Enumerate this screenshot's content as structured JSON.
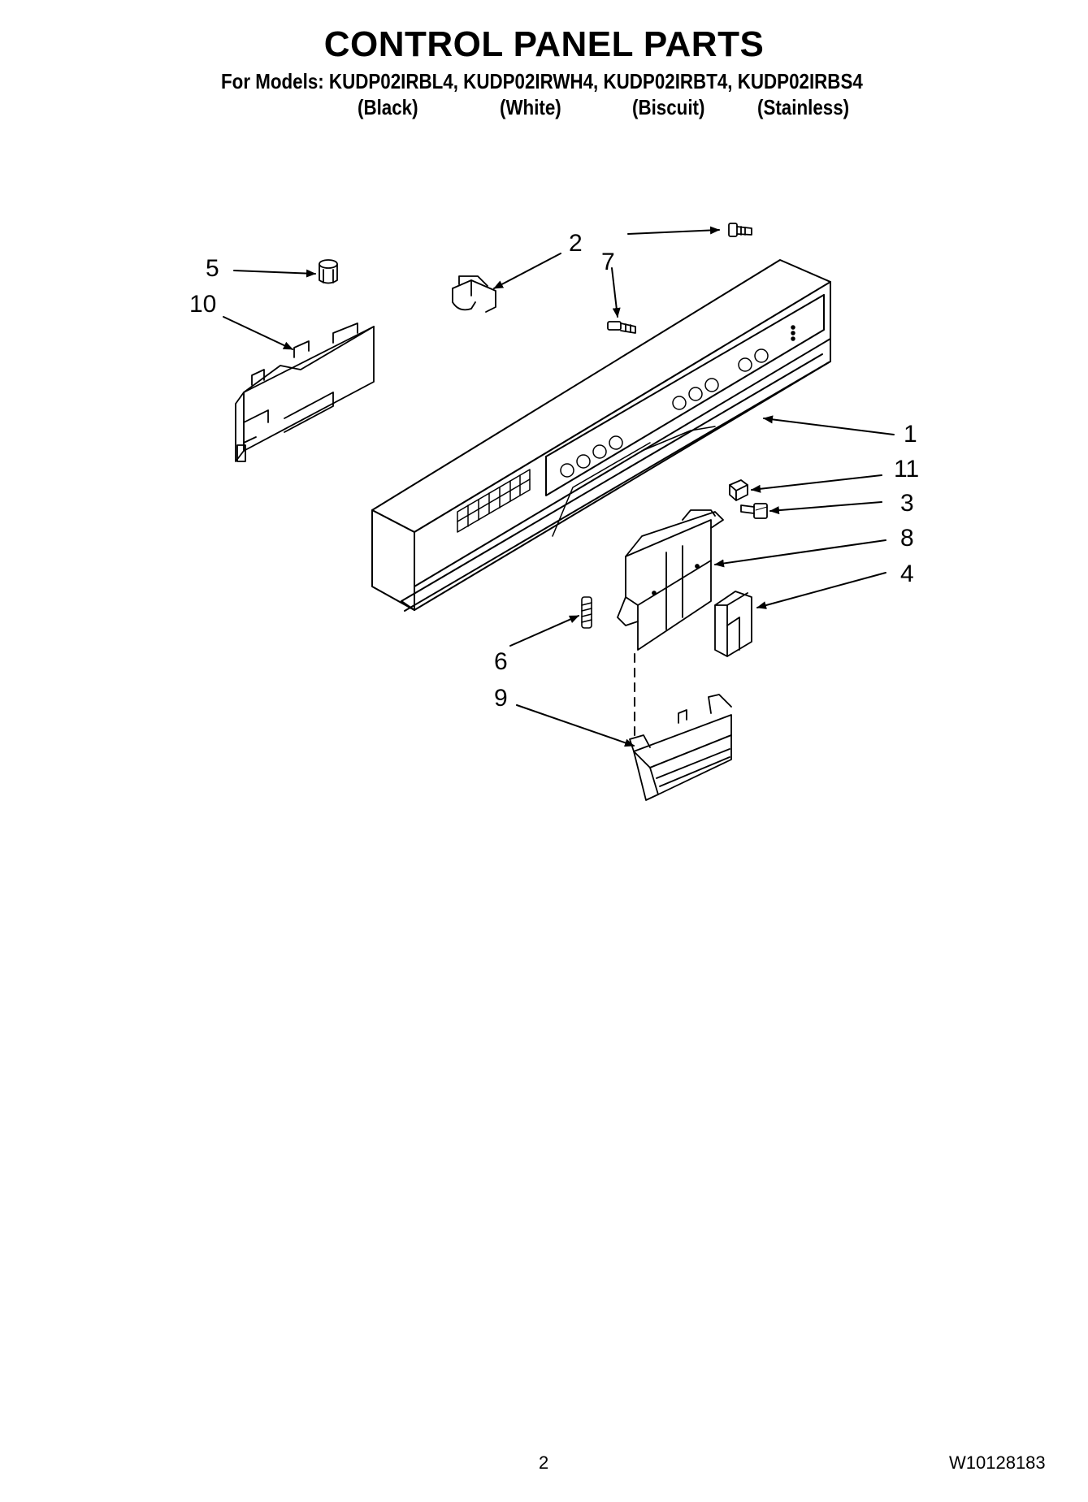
{
  "header": {
    "title": "CONTROL PANEL PARTS",
    "models_line": "For Models: KUDP02IRBL4, KUDP02IRWH4, KUDP02IRBT4, KUDP02IRBS4",
    "variants": [
      "(Black)",
      "(White)",
      "(Biscuit)",
      "(Stainless)"
    ]
  },
  "callouts": [
    "1",
    "2",
    "3",
    "4",
    "5",
    "6",
    "7",
    "7",
    "8",
    "9",
    "10",
    "11"
  ],
  "footer": {
    "page_number": "2",
    "doc_number": "W10128183"
  }
}
